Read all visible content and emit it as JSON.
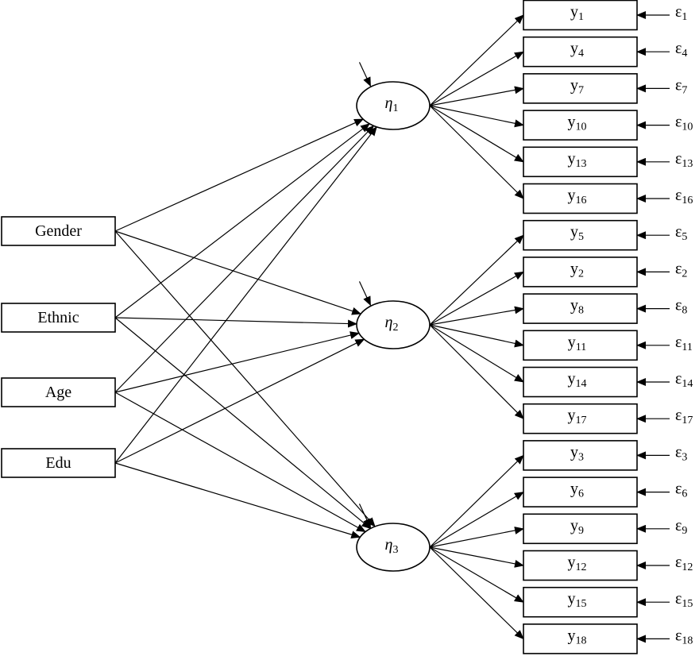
{
  "predictors": [
    {
      "id": "gender",
      "label": "Gender"
    },
    {
      "id": "ethnic",
      "label": "Ethnic"
    },
    {
      "id": "age",
      "label": "Age"
    },
    {
      "id": "edu",
      "label": "Edu"
    }
  ],
  "latents": [
    {
      "id": "eta1",
      "symbol": "η",
      "sub": "1"
    },
    {
      "id": "eta2",
      "symbol": "η",
      "sub": "2"
    },
    {
      "id": "eta3",
      "symbol": "η",
      "sub": "3"
    }
  ],
  "indicators": [
    {
      "latent": "eta1",
      "name": "y",
      "sub": "1",
      "err": "ε",
      "errsub": "1"
    },
    {
      "latent": "eta1",
      "name": "y",
      "sub": "4",
      "err": "ε",
      "errsub": "4"
    },
    {
      "latent": "eta1",
      "name": "y",
      "sub": "7",
      "err": "ε",
      "errsub": "7"
    },
    {
      "latent": "eta1",
      "name": "y",
      "sub": "10",
      "err": "ε",
      "errsub": "10"
    },
    {
      "latent": "eta1",
      "name": "y",
      "sub": "13",
      "err": "ε",
      "errsub": "13"
    },
    {
      "latent": "eta1",
      "name": "y",
      "sub": "16",
      "err": "ε",
      "errsub": "16"
    },
    {
      "latent": "eta2",
      "name": "y",
      "sub": "5",
      "err": "ε",
      "errsub": "5"
    },
    {
      "latent": "eta2",
      "name": "y",
      "sub": "2",
      "err": "ε",
      "errsub": "2"
    },
    {
      "latent": "eta2",
      "name": "y",
      "sub": "8",
      "err": "ε",
      "errsub": "8"
    },
    {
      "latent": "eta2",
      "name": "y",
      "sub": "11",
      "err": "ε",
      "errsub": "11"
    },
    {
      "latent": "eta2",
      "name": "y",
      "sub": "14",
      "err": "ε",
      "errsub": "14"
    },
    {
      "latent": "eta2",
      "name": "y",
      "sub": "17",
      "err": "ε",
      "errsub": "17"
    },
    {
      "latent": "eta3",
      "name": "y",
      "sub": "3",
      "err": "ε",
      "errsub": "3"
    },
    {
      "latent": "eta3",
      "name": "y",
      "sub": "6",
      "err": "ε",
      "errsub": "6"
    },
    {
      "latent": "eta3",
      "name": "y",
      "sub": "9",
      "err": "ε",
      "errsub": "9"
    },
    {
      "latent": "eta3",
      "name": "y",
      "sub": "12",
      "err": "ε",
      "errsub": "12"
    },
    {
      "latent": "eta3",
      "name": "y",
      "sub": "15",
      "err": "ε",
      "errsub": "15"
    },
    {
      "latent": "eta3",
      "name": "y",
      "sub": "18",
      "err": "ε",
      "errsub": "18"
    }
  ],
  "paths": [
    [
      "gender",
      "eta1"
    ],
    [
      "gender",
      "eta2"
    ],
    [
      "gender",
      "eta3"
    ],
    [
      "ethnic",
      "eta1"
    ],
    [
      "ethnic",
      "eta2"
    ],
    [
      "ethnic",
      "eta3"
    ],
    [
      "age",
      "eta1"
    ],
    [
      "age",
      "eta2"
    ],
    [
      "age",
      "eta3"
    ],
    [
      "edu",
      "eta1"
    ],
    [
      "edu",
      "eta2"
    ],
    [
      "edu",
      "eta3"
    ]
  ]
}
